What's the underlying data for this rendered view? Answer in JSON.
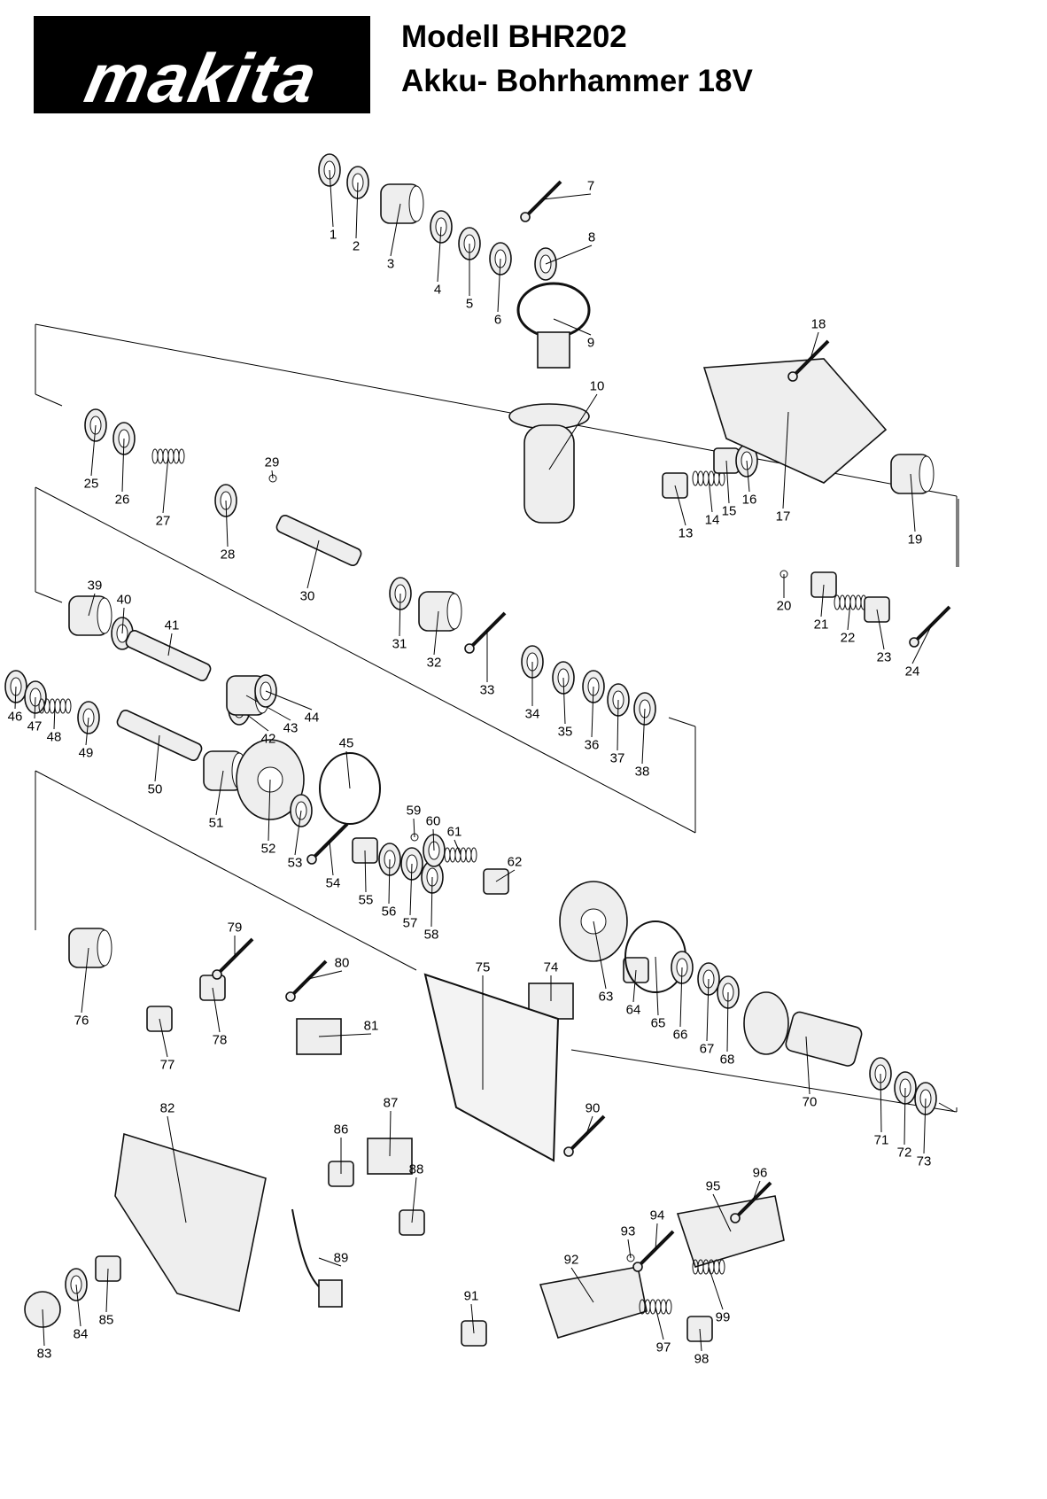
{
  "brand": {
    "logo_text": "makita",
    "registered_mark": "®"
  },
  "header": {
    "model": "Modell BHR202",
    "description": "Akku- Bohrhammer 18V"
  },
  "part_numbers": [
    "1",
    "2",
    "3",
    "4",
    "5",
    "6",
    "7",
    "8",
    "9",
    "10",
    "13",
    "14",
    "15",
    "16",
    "17",
    "18",
    "19",
    "20",
    "21",
    "22",
    "23",
    "24",
    "25",
    "26",
    "27",
    "28",
    "29",
    "30",
    "31",
    "32",
    "33",
    "34",
    "35",
    "36",
    "37",
    "38",
    "39",
    "40",
    "41",
    "42",
    "43",
    "44",
    "45",
    "46",
    "47",
    "48",
    "49",
    "50",
    "51",
    "52",
    "53",
    "54",
    "55",
    "56",
    "57",
    "58",
    "59",
    "60",
    "61",
    "62",
    "63",
    "64",
    "65",
    "66",
    "67",
    "68",
    "70",
    "71",
    "72",
    "73",
    "74",
    "75",
    "76",
    "77",
    "78",
    "79",
    "80",
    "81",
    "82",
    "83",
    "84",
    "85",
    "86",
    "87",
    "88",
    "89",
    "90",
    "91",
    "92",
    "93",
    "94",
    "95",
    "96",
    "97",
    "98",
    "99"
  ]
}
